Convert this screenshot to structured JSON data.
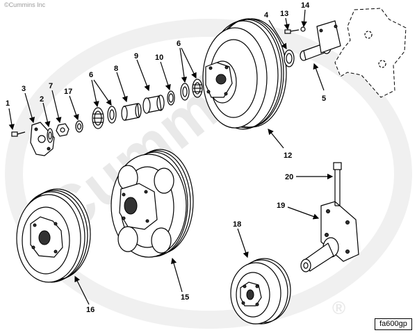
{
  "copyright": "©Cummins Inc",
  "figure_id": "fa600gp",
  "watermark": {
    "text": "Cummins",
    "registered_mark": "®"
  },
  "callouts": {
    "c1": "1",
    "c2": "2",
    "c3": "3",
    "c4": "4",
    "c5": "5",
    "c6a": "6",
    "c6b": "6",
    "c7": "7",
    "c8": "8",
    "c9": "9",
    "c10": "10",
    "c12": "12",
    "c13": "13",
    "c14": "14",
    "c15": "15",
    "c16": "16",
    "c17": "17",
    "c18": "18",
    "c19": "19",
    "c20": "20"
  }
}
